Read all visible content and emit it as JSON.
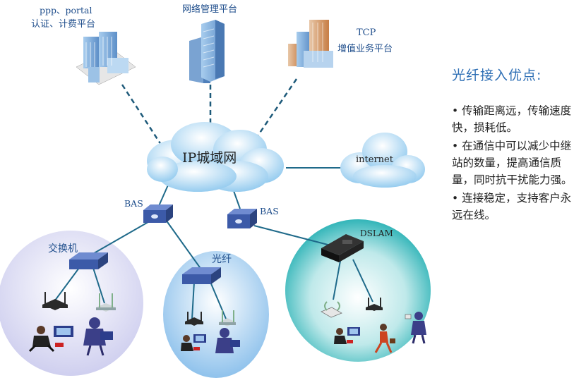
{
  "platforms": {
    "auth_line1": "ppp、portal",
    "auth_line2": "认证、计费平台",
    "network_mgmt": "网络管理平台",
    "tcp_line1": "TCP",
    "tcp_line2": "增值业务平台"
  },
  "clouds": {
    "ip_metro": "IP城域网",
    "internet": "internet"
  },
  "bas_left": "BAS",
  "bas_right": "BAS",
  "groups": {
    "switch_label": "交换机",
    "fiber_label": "光纤",
    "dslam_label": "DSLAM"
  },
  "side": {
    "title": "光纤接入优点:",
    "items": [
      "• 传输距离远，传输速度快，损耗低。",
      "• 在通信中可以减少中继站的数量，提高通信质量，同时抗干扰能力强。",
      "• 连接稳定，支持客户永远在线。"
    ]
  },
  "colors": {
    "cloud": "#9fd0ef",
    "device": "#3c5aa8",
    "circle_left": "#d9d9f5",
    "circle_mid": "#a9cdef",
    "circle_right": "#22b3b3"
  }
}
